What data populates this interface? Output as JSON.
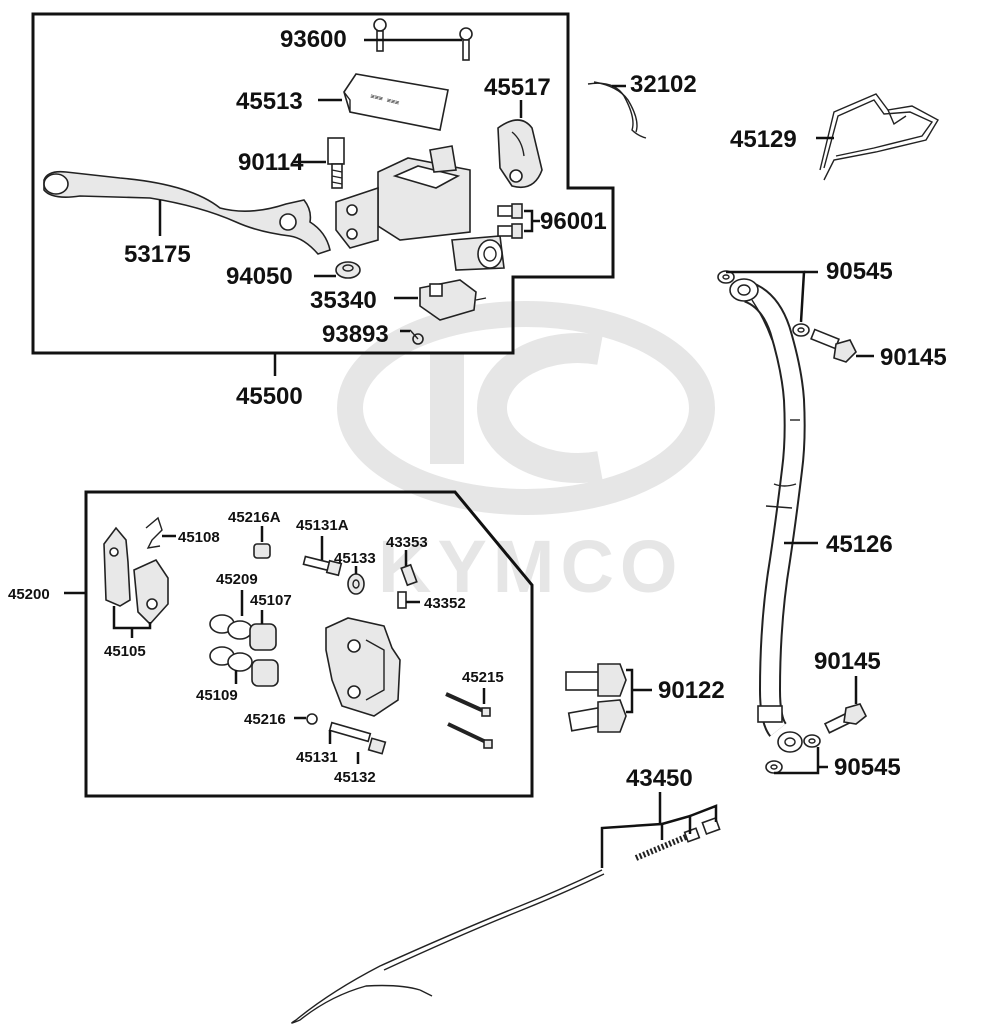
{
  "watermark": {
    "logo_letters": "KYMCO",
    "brand_text": "KYMCO"
  },
  "labels": {
    "p93600": "93600",
    "p45513": "45513",
    "p45517": "45517",
    "p32102": "32102",
    "p45129": "45129",
    "p90114": "90114",
    "p96001": "96001",
    "p53175": "53175",
    "p94050": "94050",
    "p35340": "35340",
    "p93893": "93893",
    "p45500": "45500",
    "p90545_top": "90545",
    "p90145_top": "90145",
    "p45126": "45126",
    "p90145_bottom": "90145",
    "p90545_bottom": "90545",
    "p90122": "90122",
    "p43450": "43450",
    "p45200": "45200",
    "p45108": "45108",
    "p45216A": "45216A",
    "p45131A": "45131A",
    "p43353": "43353",
    "p45133": "45133",
    "p43352": "43352",
    "p45209": "45209",
    "p45107": "45107",
    "p45105": "45105",
    "p45109": "45109",
    "p45215": "45215",
    "p45216": "45216",
    "p45131": "45131",
    "p45132": "45132"
  }
}
